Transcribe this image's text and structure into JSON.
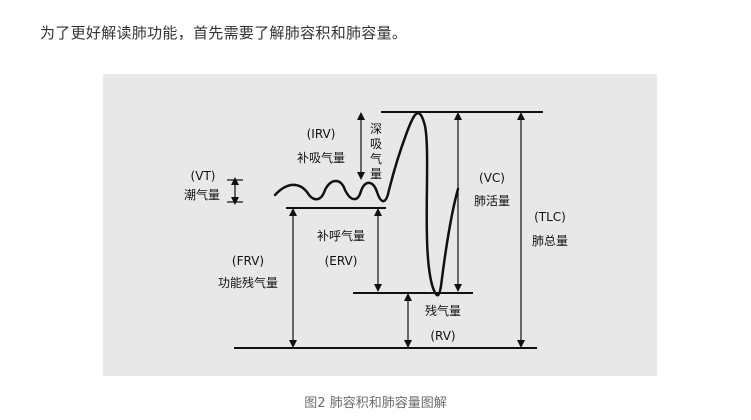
{
  "intro_text": "为了更好解读肺功能，首先需要了解肺容积和肺容量。",
  "diagram": {
    "vt_abbr": "(VT)",
    "vt_name": "潮气量",
    "irv_abbr": "(IRV)",
    "irv_name": "补吸气量",
    "deep_breath_label": [
      "深",
      "吸",
      "气",
      "量"
    ],
    "frv_abbr": "(FRV)",
    "frv_name": "功能残气量",
    "erv_name": "补呼气量",
    "erv_abbr": "(ERV)",
    "rv_name": "残气量",
    "rv_abbr": "(RV)",
    "vc_abbr": "(VC)",
    "vc_name": "肺活量",
    "tlc_abbr": "(TLC)",
    "tlc_name": "肺总量"
  },
  "caption": "图2 肺容积和肺容量图解"
}
